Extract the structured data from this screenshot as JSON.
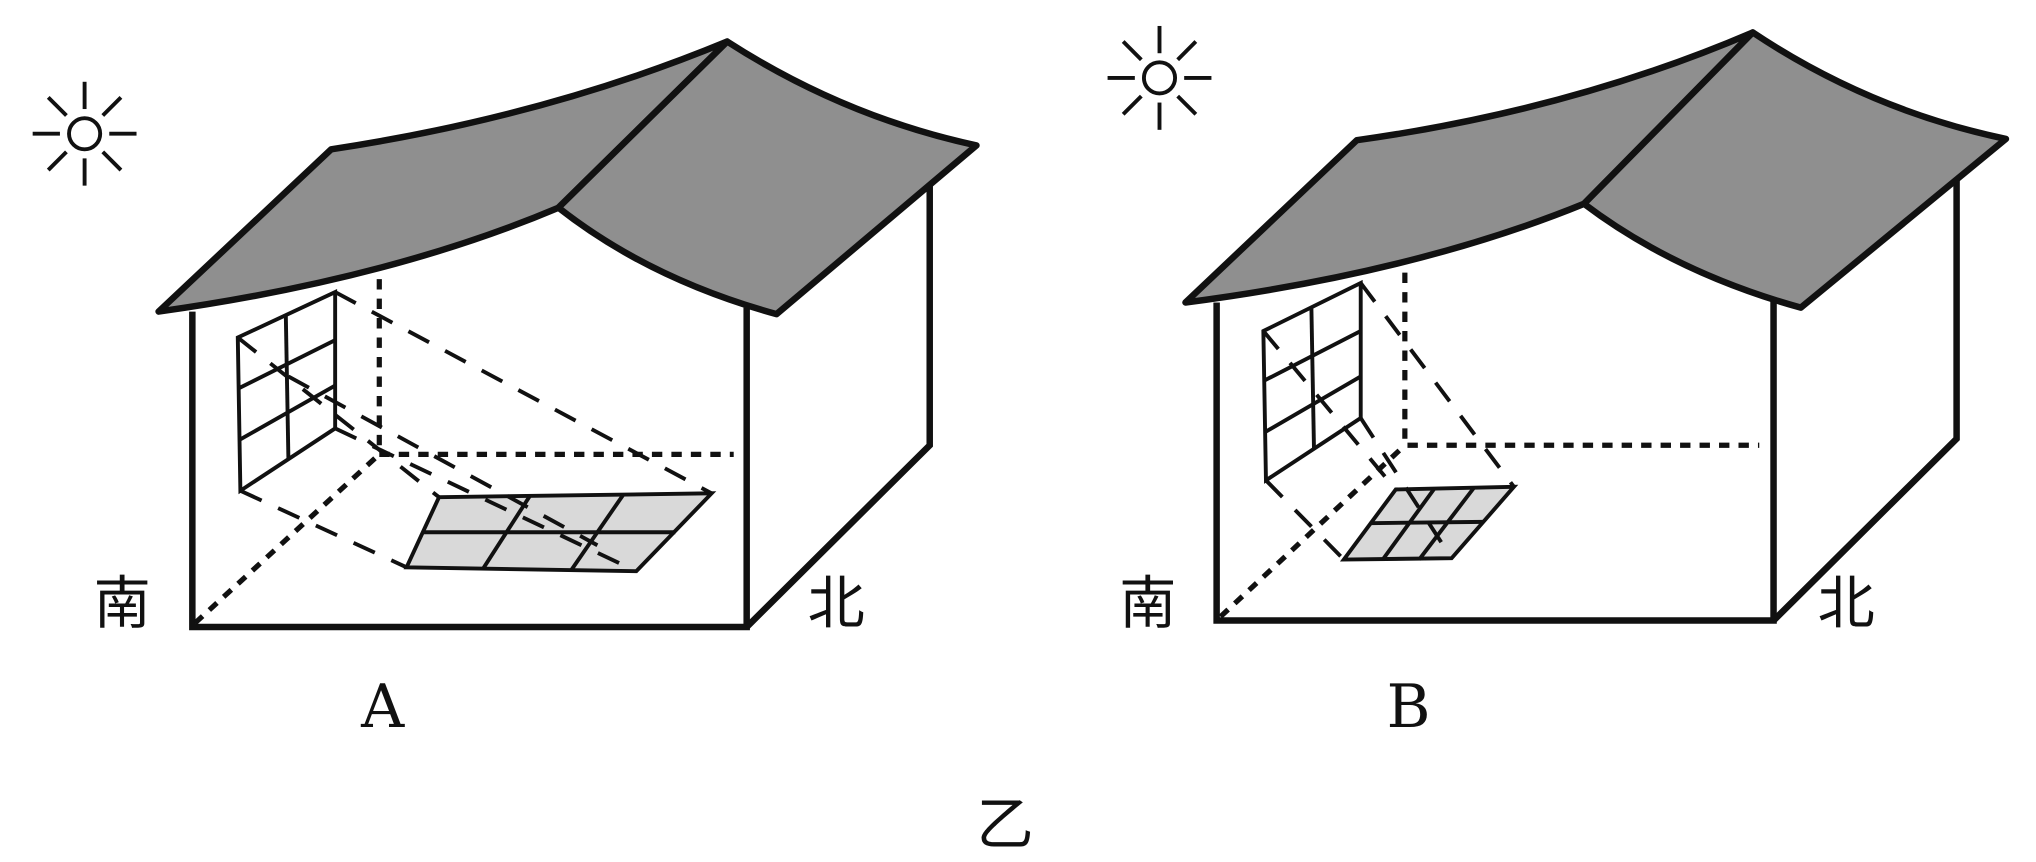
{
  "figure_caption": "乙",
  "houses": [
    {
      "label": "A",
      "south_label": "南",
      "north_label": "北",
      "sun_icon": "sun-icon"
    },
    {
      "label": "B",
      "south_label": "南",
      "north_label": "北",
      "sun_icon": "sun-icon"
    }
  ],
  "colors": {
    "roof": "#8f8f8f",
    "floor_patch": "#d9d9d9",
    "line": "#111111"
  }
}
